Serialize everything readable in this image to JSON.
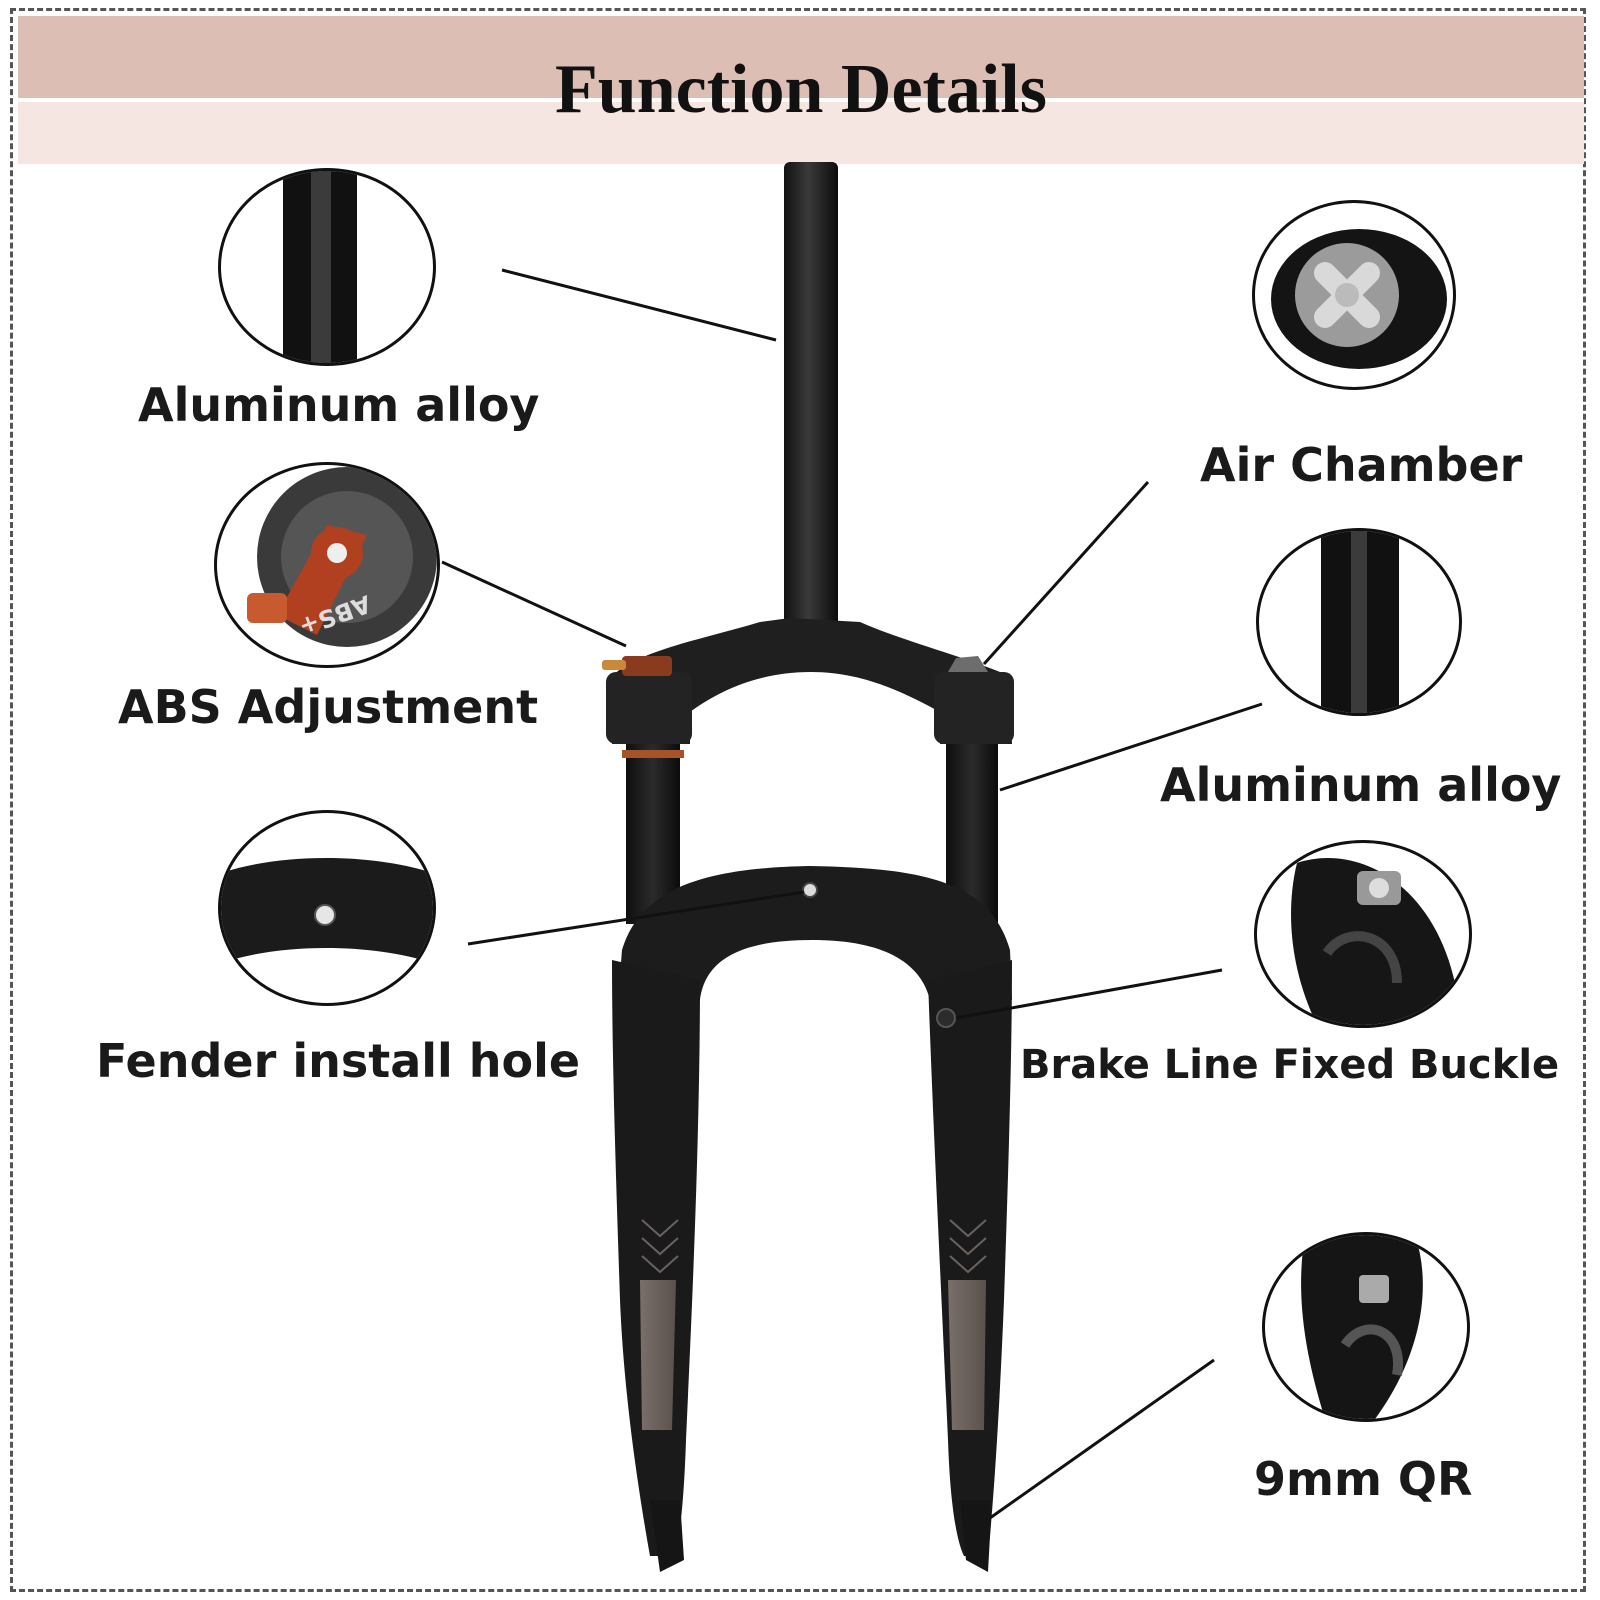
{
  "title": "Function Details",
  "labels": {
    "aluminum_alloy_left": "Aluminum alloy",
    "abs_adjustment": "ABS Adjustment",
    "fender_install_hole": "Fender install hole",
    "air_chamber": "Air Chamber",
    "aluminum_alloy_right": "Aluminum alloy",
    "brake_line_fixed_buckle": "Brake Line Fixed Buckle",
    "qr_9mm": "9mm QR"
  },
  "knob_text": "ABS+",
  "colors": {
    "header_band": "#dcbeb4",
    "header_band_light": "#f5e6e1",
    "fork_black": "#1c1c1c",
    "abs_knob_red": "#b0401f",
    "leader_line": "#111111"
  }
}
